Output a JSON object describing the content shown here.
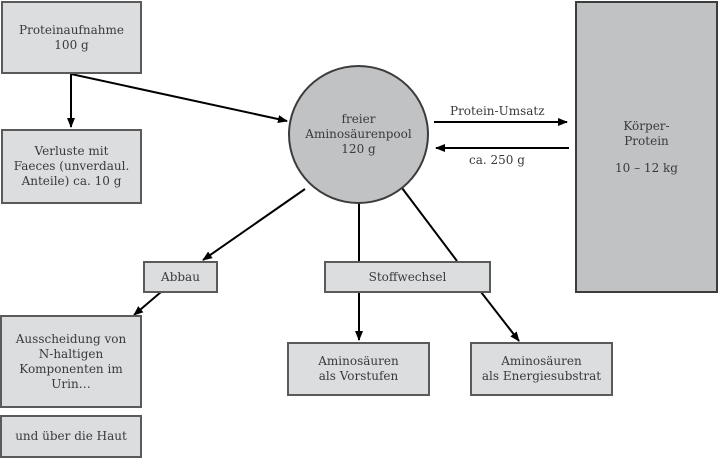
{
  "diagram": {
    "nodes": {
      "intake": {
        "lines": [
          "Proteinaufnahme",
          "100 g"
        ]
      },
      "feces": {
        "lines": [
          "Verluste mit",
          "Faeces (unverdaul.",
          "Anteile) ca. 10 g"
        ]
      },
      "pool": {
        "lines": [
          "freier",
          "Aminosäurenpool",
          "120 g"
        ]
      },
      "body_protein": {
        "lines": [
          "Körper-",
          "Protein",
          "10 – 12 kg"
        ]
      },
      "abbau": {
        "lines": [
          "Abbau"
        ]
      },
      "stoffwechsel": {
        "lines": [
          "Stoffwechsel"
        ]
      },
      "excretion": {
        "lines": [
          "Ausscheidung von",
          "N-haltigen",
          "Komponenten im",
          "Urin…"
        ]
      },
      "skin": {
        "lines": [
          "und über die Haut"
        ]
      },
      "precursors": {
        "lines": [
          "Aminosäuren",
          "als Vorstufen"
        ]
      },
      "energy": {
        "lines": [
          "Aminosäuren",
          "als Energiesubstrat"
        ]
      }
    },
    "edge_labels": {
      "turnover_top": "Protein-Umsatz",
      "turnover_bottom": "ca. 250 g"
    },
    "edges": [
      {
        "from": "intake",
        "to": "feces"
      },
      {
        "from": "intake",
        "to": "pool"
      },
      {
        "from": "pool",
        "to": "body_protein"
      },
      {
        "from": "body_protein",
        "to": "pool"
      },
      {
        "from": "pool",
        "to": "abbau"
      },
      {
        "from": "pool",
        "to": "stoffwechsel"
      },
      {
        "from": "abbau",
        "to": "excretion"
      },
      {
        "from": "stoffwechsel",
        "to": "precursors"
      },
      {
        "from": "stoffwechsel",
        "to": "energy"
      }
    ]
  }
}
